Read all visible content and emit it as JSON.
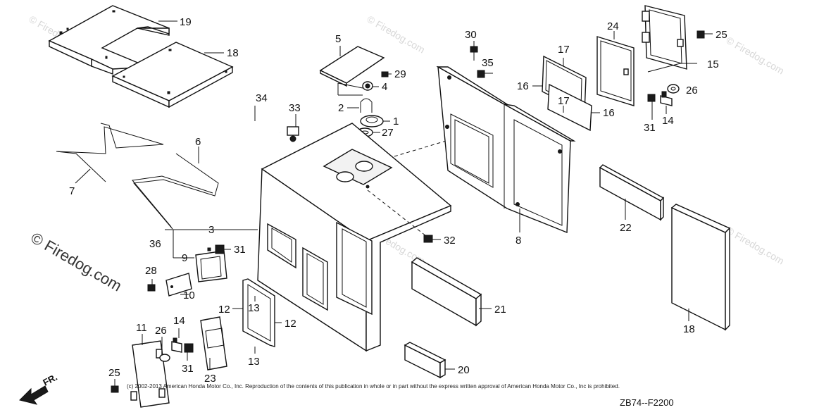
{
  "watermark": {
    "text": "© Firedog.com",
    "small_text": "© Firedog.com"
  },
  "copyright": "(c) 2002-2013 American Honda Motor Co., Inc. Reproduction of the contents of this publication in whole or in part without the express written approval of American Honda Motor Co., Inc is prohibited.",
  "diagram_code": "ZB74--F2200",
  "direction_label": "FR.",
  "callouts": [
    "19",
    "18",
    "5",
    "30",
    "29",
    "4",
    "35",
    "2",
    "1",
    "27",
    "34",
    "33",
    "17",
    "16",
    "17",
    "16",
    "24",
    "25",
    "15",
    "26",
    "31",
    "14",
    "6",
    "7",
    "3",
    "36",
    "9",
    "31",
    "32",
    "8",
    "22",
    "28",
    "10",
    "12",
    "13",
    "13",
    "12",
    "21",
    "18",
    "11",
    "26",
    "14",
    "31",
    "23",
    "13",
    "25",
    "20"
  ]
}
